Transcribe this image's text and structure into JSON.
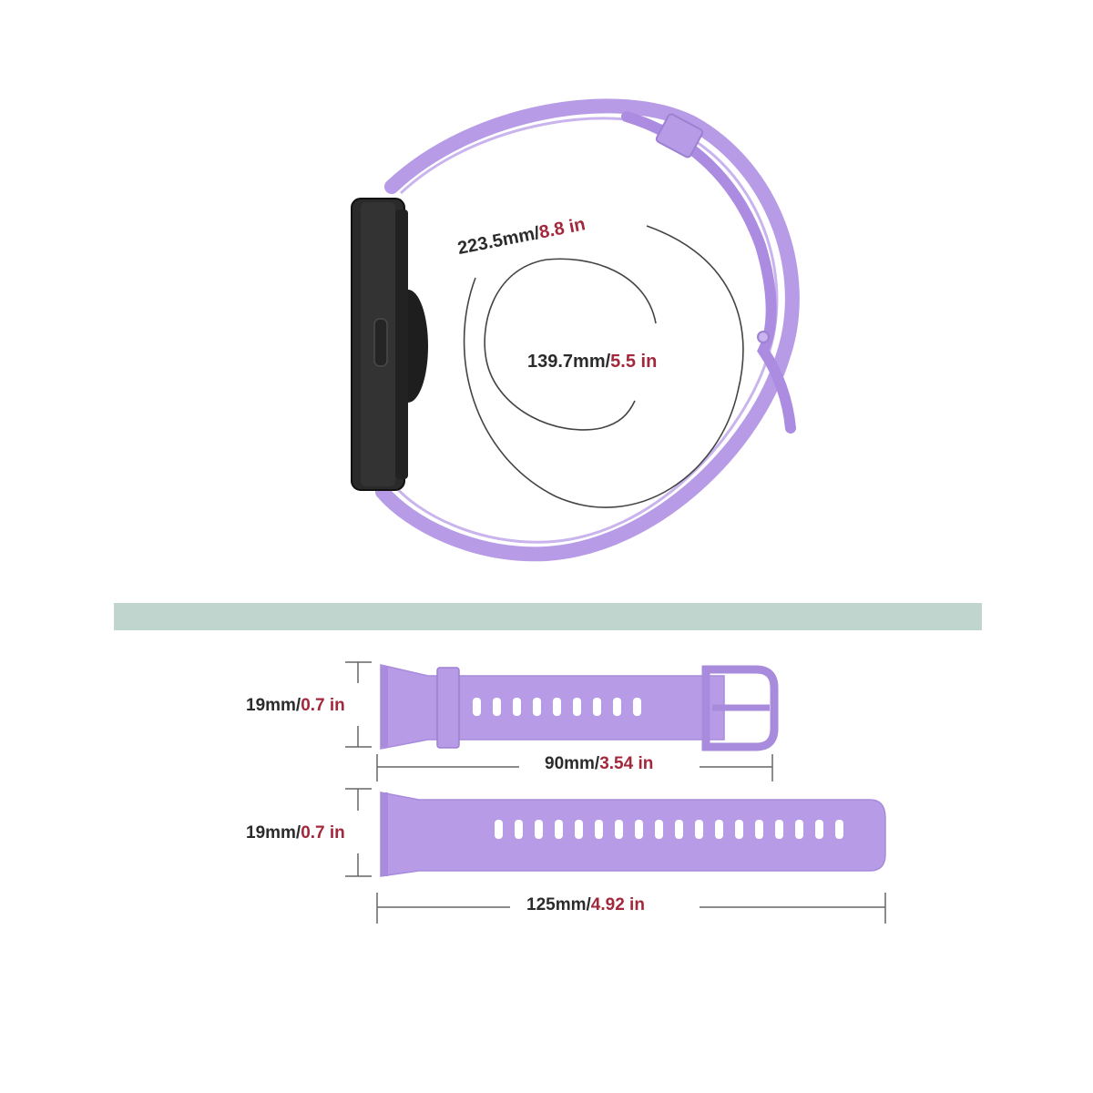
{
  "colors": {
    "strap": "#b79be6",
    "strap_dark": "#9d80d4",
    "watch_body": "#2a2a2a",
    "divider_bar": "#bfd5cd",
    "metric_text": "#2b2b2b",
    "imperial_text": "#a3283c"
  },
  "top_view": {
    "outer_circumference": {
      "metric": "223.5mm/",
      "imperial": "8.8 in"
    },
    "inner_circumference": {
      "metric": "139.7mm/",
      "imperial": "5.5 in"
    }
  },
  "short_strap": {
    "width": {
      "metric": "19mm/",
      "imperial": "0.7 in"
    },
    "length": {
      "metric": "90mm/",
      "imperial": "3.54 in"
    },
    "hole_count": 9
  },
  "long_strap": {
    "width": {
      "metric": "19mm/",
      "imperial": "0.7 in"
    },
    "length": {
      "metric": "125mm/",
      "imperial": "4.92 in"
    },
    "hole_count": 18
  }
}
